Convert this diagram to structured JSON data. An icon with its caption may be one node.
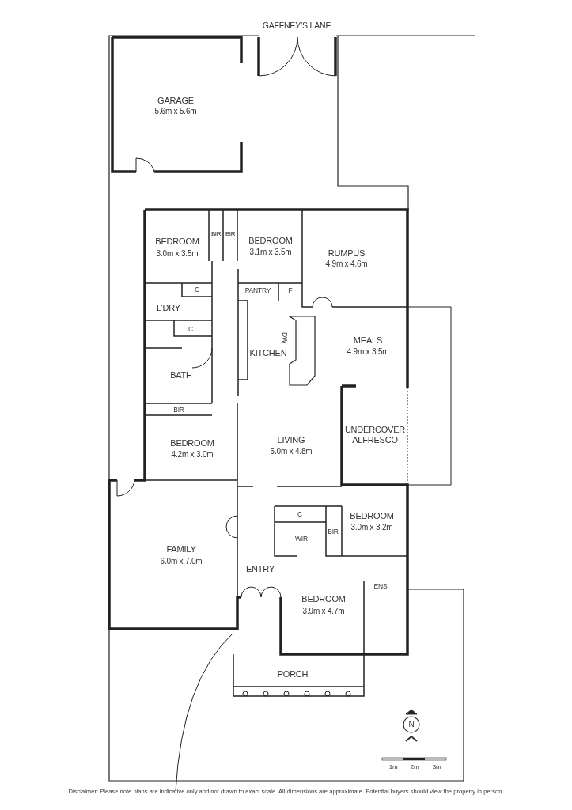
{
  "diagram": {
    "caption": "Disclaimer: Please note plans are indicative only and not drawn to exact scale. All dimensions are approximate. Potential buyers should view the property in person.",
    "labels": [
      "GAFFNEY’S LANE",
      "GARAGE",
      "5.6m x 5.6m",
      "BIR",
      "BIR",
      "BEDROOM",
      "3.0m x 3.5m",
      "BEDROOM",
      "3.1m x 3.5m",
      "RUMPUS",
      "4.9m x 4.6m",
      "C",
      "PANTRY",
      "F",
      "L’DRY",
      "C",
      "DW",
      "KITCHEN",
      "MEALS",
      "4.9m x 3.5m",
      "BATH",
      "BIR",
      "UNDERCOVER ALFRESCO",
      "BEDROOM",
      "4.2m x 3.0m",
      "LIVING",
      "5.0m x 4.8m",
      "C",
      "BEDROOM",
      "3.0m x 3.2m",
      "BIR",
      "WIR",
      "FAMILY",
      "6.0m x 7.0m",
      "ENTRY",
      "ENS",
      "BEDROOM",
      "3.9m x 4.7m",
      "PORCH",
      "N",
      "1m",
      "2m",
      "3m"
    ]
  }
}
